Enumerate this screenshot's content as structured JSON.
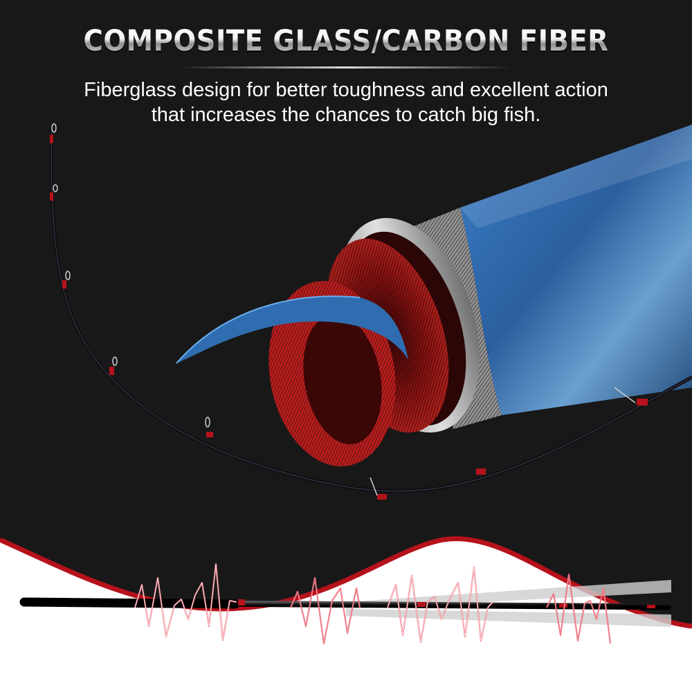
{
  "header": {
    "title": "COMPOSITE GLASS/CARBON FIBER",
    "subtitle_line1": "Fiberglass design for better toughness and excellent action",
    "subtitle_line2": "that increases the chances to catch big fish."
  },
  "illustrations": {
    "top": "cutaway-rod-blank-layers",
    "left_curve": "bent-fishing-rod-tip",
    "bottom": "vibrating-fishing-rod-with-wave-lines"
  },
  "colors": {
    "background_dark": "#161616",
    "accent_red": "#b5121b",
    "outer_layer_blue": "#2f6db0",
    "inner_layer_red": "#c8201c",
    "ring_silver": "#c8c8c8",
    "wave_pink": "#f07a86",
    "bottom_bg": "#ffffff"
  }
}
